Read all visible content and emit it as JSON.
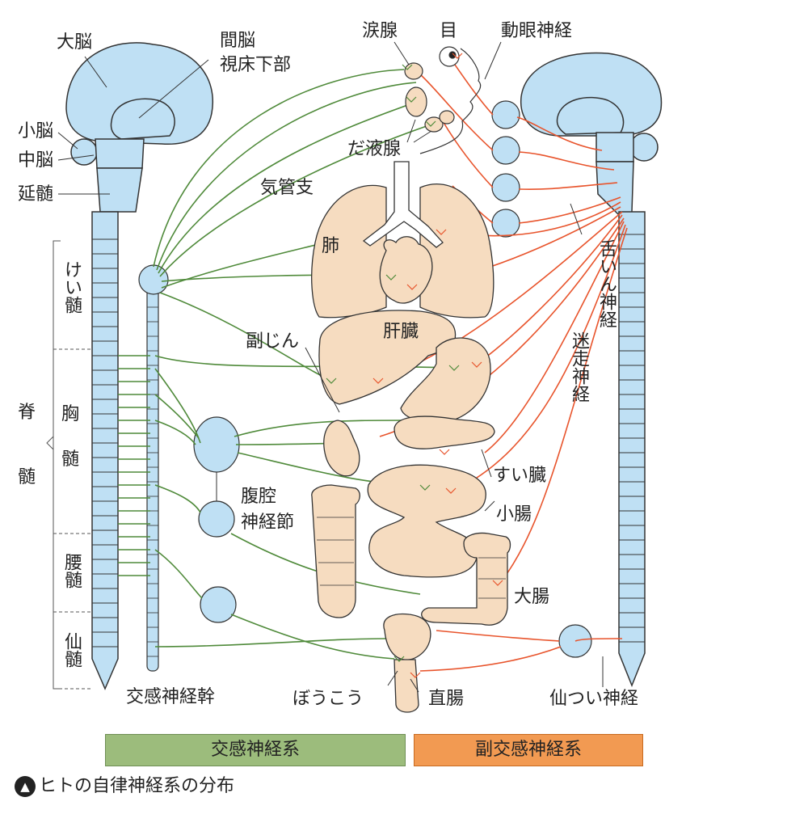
{
  "labels": {
    "cerebrum": "大脳",
    "diencephalon": "間脳",
    "hypothalamus": "視床下部",
    "cerebellum": "小脳",
    "midbrain": "中脳",
    "medulla": "延髄",
    "cervical": "けい髄",
    "spinal_1": "脊",
    "spinal_2": "髄",
    "thoracic_1": "胸",
    "thoracic_2": "髄",
    "lumbar": "腰髄",
    "sacral": "仙髄",
    "sympathetic_trunk": "交感神経幹",
    "lacrimal": "涙腺",
    "eye": "目",
    "oculomotor": "動眼神経",
    "salivary": "だ液腺",
    "bronchi": "気管支",
    "lung": "肺",
    "liver": "肝臓",
    "adrenal": "副じん",
    "glossopharyngeal": "舌いん神経",
    "vagus": "迷走神経",
    "pancreas": "すい臓",
    "small_intestine": "小腸",
    "celiac_1": "腹腔",
    "celiac_2": "神経節",
    "large_intestine": "大腸",
    "bladder": "ぼうこう",
    "rectum": "直腸",
    "sacral_nerve": "仙つい神経"
  },
  "legend": {
    "sympathetic": "交感神経系",
    "parasympathetic": "副交感神経系"
  },
  "caption": {
    "marker": "▲",
    "text": "ヒトの自律神経系の分布"
  },
  "colors": {
    "sympathetic_nerve": "#4f8a3a",
    "parasympathetic_nerve": "#e8542c",
    "neural_tissue": "#bfe0f4",
    "organ": "#f6dcc0",
    "legend_sympathetic": "#9cbc7c",
    "legend_parasympathetic": "#f29a52"
  }
}
